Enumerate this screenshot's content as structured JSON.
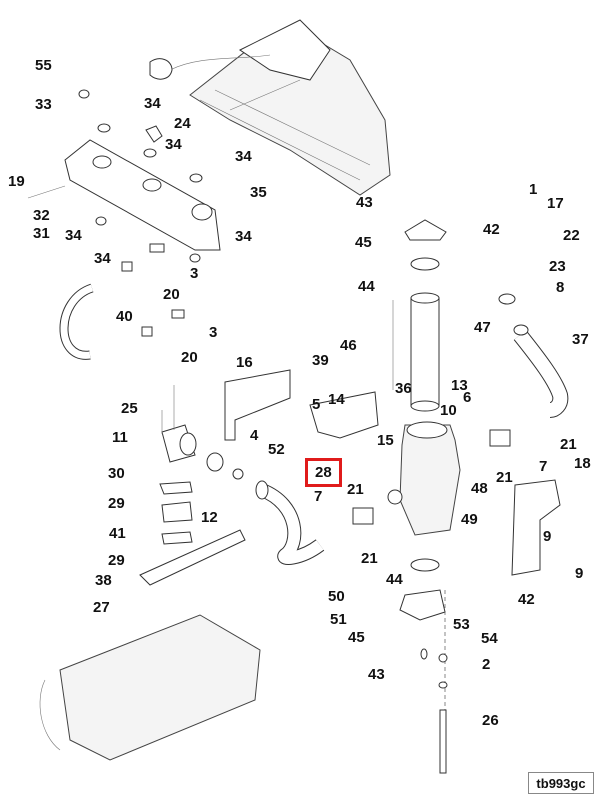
{
  "diagram": {
    "title": "Exploded parts diagram – manifold, EGR cooler and intake assembly",
    "reference_tag": "tb993gc",
    "highlight_color": "#e01b1b",
    "highlighted_part": "28",
    "callouts": [
      {
        "id": "c55",
        "label": "55"
      },
      {
        "id": "c33",
        "label": "33"
      },
      {
        "id": "c34a",
        "label": "34"
      },
      {
        "id": "c24",
        "label": "24"
      },
      {
        "id": "c34b",
        "label": "34"
      },
      {
        "id": "c34c",
        "label": "34"
      },
      {
        "id": "c35",
        "label": "35"
      },
      {
        "id": "c19",
        "label": "19"
      },
      {
        "id": "c32",
        "label": "32"
      },
      {
        "id": "c31",
        "label": "31"
      },
      {
        "id": "c34d",
        "label": "34"
      },
      {
        "id": "c34e",
        "label": "34"
      },
      {
        "id": "c34f",
        "label": "34"
      },
      {
        "id": "c3a",
        "label": "3"
      },
      {
        "id": "c20a",
        "label": "20"
      },
      {
        "id": "c40",
        "label": "40"
      },
      {
        "id": "c3b",
        "label": "3"
      },
      {
        "id": "c20b",
        "label": "20"
      },
      {
        "id": "c43a",
        "label": "43"
      },
      {
        "id": "c1",
        "label": "1"
      },
      {
        "id": "c17",
        "label": "17"
      },
      {
        "id": "c45a",
        "label": "45"
      },
      {
        "id": "c42a",
        "label": "42"
      },
      {
        "id": "c22",
        "label": "22"
      },
      {
        "id": "c23",
        "label": "23"
      },
      {
        "id": "c44a",
        "label": "44"
      },
      {
        "id": "c8",
        "label": "8"
      },
      {
        "id": "c46",
        "label": "46"
      },
      {
        "id": "c47",
        "label": "47"
      },
      {
        "id": "c37",
        "label": "37"
      },
      {
        "id": "c16",
        "label": "16"
      },
      {
        "id": "c39",
        "label": "39"
      },
      {
        "id": "c36",
        "label": "36"
      },
      {
        "id": "c13",
        "label": "13"
      },
      {
        "id": "c25",
        "label": "25"
      },
      {
        "id": "c5",
        "label": "5"
      },
      {
        "id": "c14",
        "label": "14"
      },
      {
        "id": "c10",
        "label": "10"
      },
      {
        "id": "c6",
        "label": "6"
      },
      {
        "id": "c11",
        "label": "11"
      },
      {
        "id": "c4",
        "label": "4"
      },
      {
        "id": "c15",
        "label": "15"
      },
      {
        "id": "c21a",
        "label": "21"
      },
      {
        "id": "c30",
        "label": "30"
      },
      {
        "id": "c52",
        "label": "52"
      },
      {
        "id": "c28",
        "label": "28"
      },
      {
        "id": "c7a",
        "label": "7"
      },
      {
        "id": "c18",
        "label": "18"
      },
      {
        "id": "c21b",
        "label": "21"
      },
      {
        "id": "c21c",
        "label": "21"
      },
      {
        "id": "c48",
        "label": "48"
      },
      {
        "id": "c29a",
        "label": "29"
      },
      {
        "id": "c7b",
        "label": "7"
      },
      {
        "id": "c49",
        "label": "49"
      },
      {
        "id": "c41",
        "label": "41"
      },
      {
        "id": "c12",
        "label": "12"
      },
      {
        "id": "c9a",
        "label": "9"
      },
      {
        "id": "c29b",
        "label": "29"
      },
      {
        "id": "c21d",
        "label": "21"
      },
      {
        "id": "c38",
        "label": "38"
      },
      {
        "id": "c44b",
        "label": "44"
      },
      {
        "id": "c9b",
        "label": "9"
      },
      {
        "id": "c50",
        "label": "50"
      },
      {
        "id": "c27",
        "label": "27"
      },
      {
        "id": "c42b",
        "label": "42"
      },
      {
        "id": "c51",
        "label": "51"
      },
      {
        "id": "c53",
        "label": "53"
      },
      {
        "id": "c45b",
        "label": "45"
      },
      {
        "id": "c54",
        "label": "54"
      },
      {
        "id": "c2",
        "label": "2"
      },
      {
        "id": "c43b",
        "label": "43"
      },
      {
        "id": "c26",
        "label": "26"
      }
    ]
  }
}
